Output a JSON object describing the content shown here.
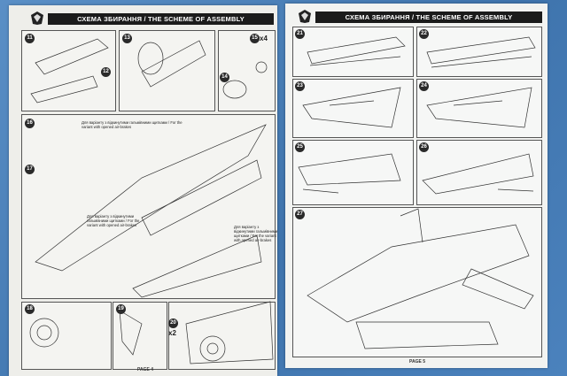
{
  "header": {
    "left_title": "СХЕМА ЗБИРАННЯ / THE SCHEME OF ASSEMBLY",
    "right_title": "СХЕМА ЗБИРАННЯ / THE SCHEME OF ASSEMBLY"
  },
  "left_steps": [
    "11",
    "12",
    "13",
    "14",
    "15",
    "16",
    "17",
    "18",
    "19",
    "20"
  ],
  "right_steps": [
    "21",
    "22",
    "23",
    "24",
    "25",
    "26",
    "27"
  ],
  "multipliers": {
    "step15": "x4",
    "step20": "x2"
  },
  "notes": {
    "variant_a": "Для варіанту з відкинутими гальмівними щитками / For the variant with opened air-brakes",
    "variant_b": "Для варіанту з відкинутими гальмівними щитками / For the variant with opened air-brakes"
  },
  "footer": {
    "left": "PAGE 4",
    "right": "PAGE 5"
  }
}
